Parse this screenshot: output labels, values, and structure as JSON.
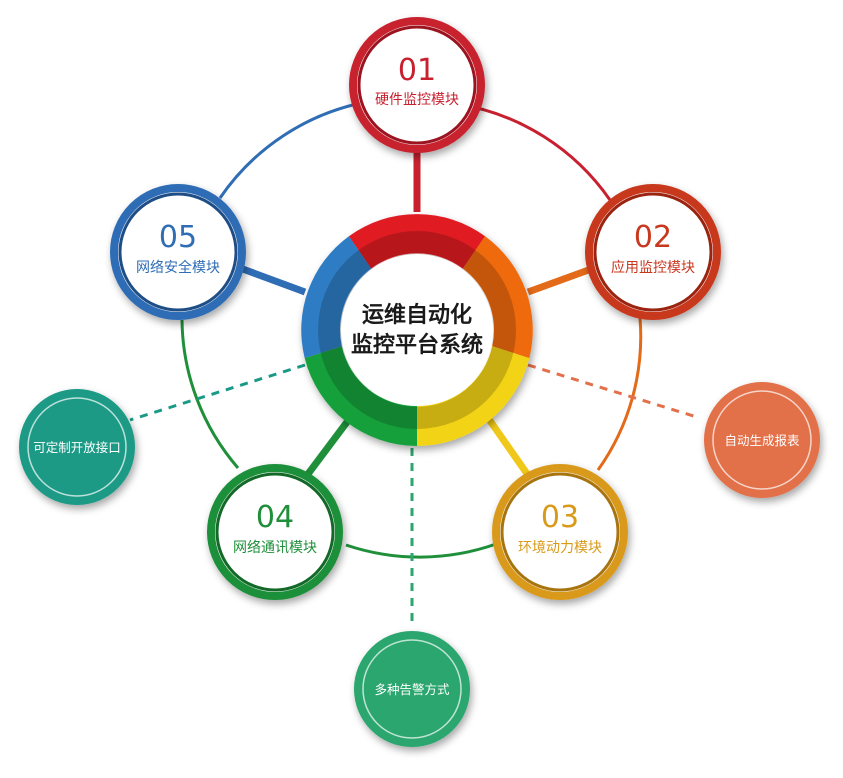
{
  "center": {
    "line1": "运维自动化",
    "line2": "监控平台系统"
  },
  "modules": [
    {
      "number": "01",
      "label": "硬件监控模块",
      "color": "#c8202f"
    },
    {
      "number": "02",
      "label": "应用监控模块",
      "color": "#c8381f"
    },
    {
      "number": "03",
      "label": "环境动力模块",
      "color": "#d99a1a"
    },
    {
      "number": "04",
      "label": "网络通讯模块",
      "color": "#1f8f3a"
    },
    {
      "number": "05",
      "label": "网络安全模块",
      "color": "#2f6db5"
    }
  ],
  "features": [
    {
      "label": "可定制开放接口",
      "color": "#1a9a86"
    },
    {
      "label": "自动生成报表",
      "color": "#e2704a"
    },
    {
      "label": "多种告警方式",
      "color": "#2aa66e"
    }
  ],
  "ring_colors": [
    "#e01a24",
    "#ee6a10",
    "#f3d316",
    "#16a03a",
    "#2f7cc4"
  ]
}
